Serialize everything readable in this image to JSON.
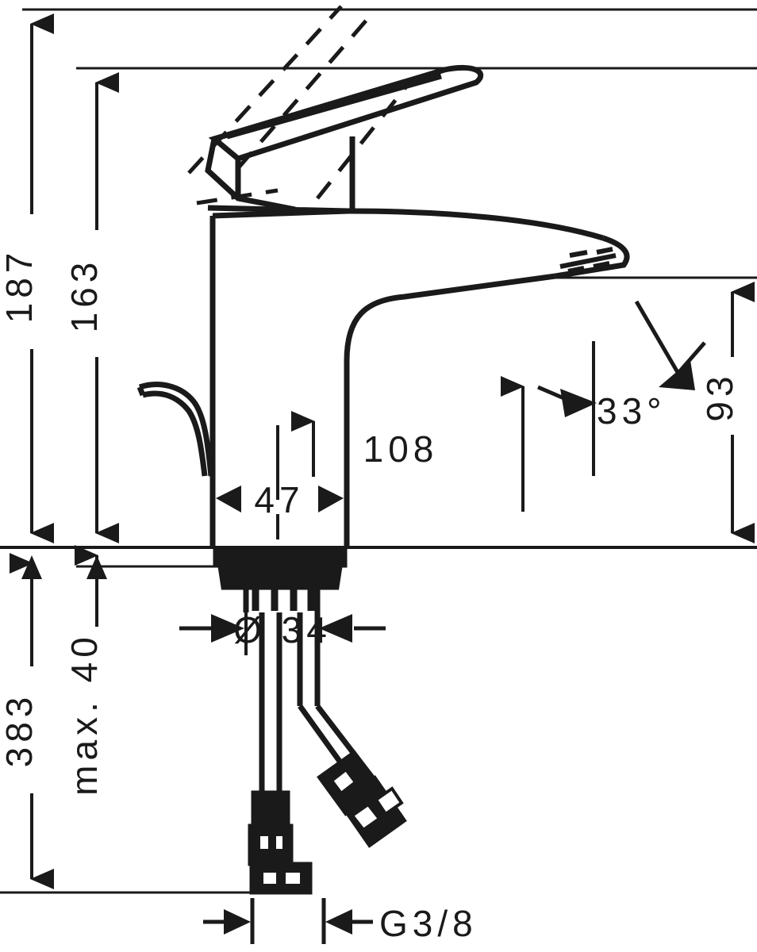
{
  "drawing": {
    "type": "technical-dimension-drawing",
    "subject": "single-lever basin mixer faucet",
    "units": "mm",
    "line_color": "#1a1a1a",
    "background_color": "#ffffff"
  },
  "dimensions": {
    "height_total": {
      "label": "187",
      "orientation": "vertical",
      "description": "overall height from counter surface to top of lever"
    },
    "height_spout": {
      "label": "163",
      "orientation": "vertical",
      "description": "height to top of body"
    },
    "height_below": {
      "label": "383",
      "orientation": "vertical",
      "description": "length below counter including hoses"
    },
    "max_thickness": {
      "label": "max. 40",
      "orientation": "vertical",
      "description": "maximum counter thickness"
    },
    "spout_height": {
      "label": "93",
      "orientation": "vertical",
      "description": "spout outlet height above counter"
    },
    "spout_reach": {
      "label": "108",
      "orientation": "horizontal",
      "description": "spout projection from center axis"
    },
    "body_width": {
      "label": "47",
      "orientation": "horizontal",
      "description": "body width"
    },
    "hole_diameter": {
      "label": "Ø 34",
      "orientation": "horizontal",
      "description": "mounting shank diameter"
    },
    "outlet_angle": {
      "label": "33°",
      "orientation": "angular",
      "description": "aerator outlet angle"
    },
    "thread": {
      "label": "G3/8",
      "orientation": "horizontal",
      "description": "supply hose connection thread"
    }
  }
}
